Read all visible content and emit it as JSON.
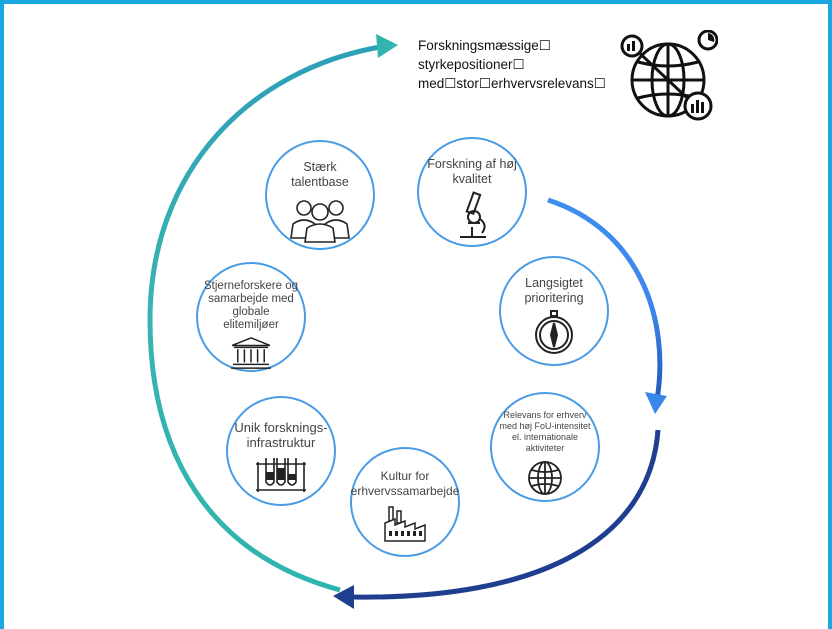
{
  "title": {
    "line1": "Forskningsmæssige☐",
    "line2": "styrkepositioner☐",
    "line3": "med☐stor☐erhvervsrelevans☐"
  },
  "nodes": [
    {
      "label": "Stærk talentbase",
      "icon": "people-icon"
    },
    {
      "label": "Forskning af høj kvalitet",
      "icon": "microscope-icon"
    },
    {
      "label": "Langsigtet prioritering",
      "icon": "compass-icon"
    },
    {
      "label": "Relevans for erhverv med høj FoU-intensitet el. internationale aktiviteter",
      "icon": "globe-icon"
    },
    {
      "label": "Kultur for erhvervssamarbejde",
      "icon": "factory-icon"
    },
    {
      "label": "Unik forsknings-infrastruktur",
      "icon": "test-tubes-icon"
    },
    {
      "label": "Stjerneforskere og samarbejde med globale elitemiljøer",
      "icon": "institution-icon"
    }
  ],
  "colors": {
    "frame": "#19a8e0",
    "node_border": "#4a9be6",
    "arrow_teal": "#2fb5ae",
    "arrow_blue": "#3d8ef0",
    "arrow_navy": "#1f3e8f"
  }
}
